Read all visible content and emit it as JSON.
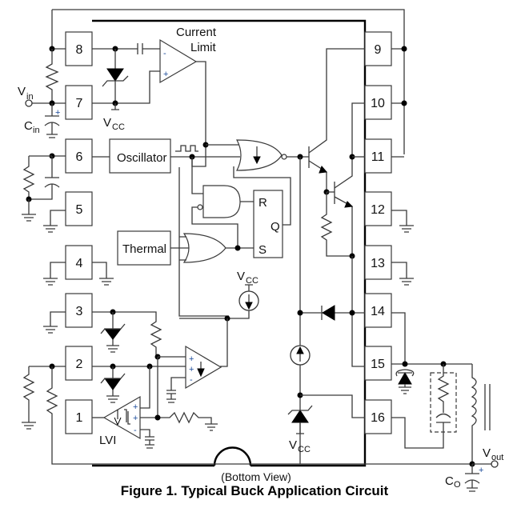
{
  "figure": {
    "caption": "Figure 1. Typical Buck Application Circuit",
    "view_note": "(Bottom View)"
  },
  "pins": {
    "left": [
      "8",
      "7",
      "6",
      "5",
      "4",
      "3",
      "2",
      "1"
    ],
    "right": [
      "9",
      "10",
      "11",
      "12",
      "13",
      "14",
      "15",
      "16"
    ]
  },
  "blocks": {
    "current_limit": [
      "Current",
      "Limit"
    ],
    "oscillator": "Oscillator",
    "thermal": "Thermal",
    "lvi": "LVI",
    "flipflop": {
      "r": "R",
      "q": "Q",
      "s": "S"
    }
  },
  "labels": {
    "vin_main": "V",
    "vin_sub": "in",
    "cin_main": "C",
    "cin_sub": "in",
    "vcc_main": "V",
    "vcc_sub": "CC",
    "vout_main": "V",
    "vout_sub": "out",
    "co_main": "C",
    "co_sub": "O",
    "plus": "+",
    "minus": "-"
  }
}
